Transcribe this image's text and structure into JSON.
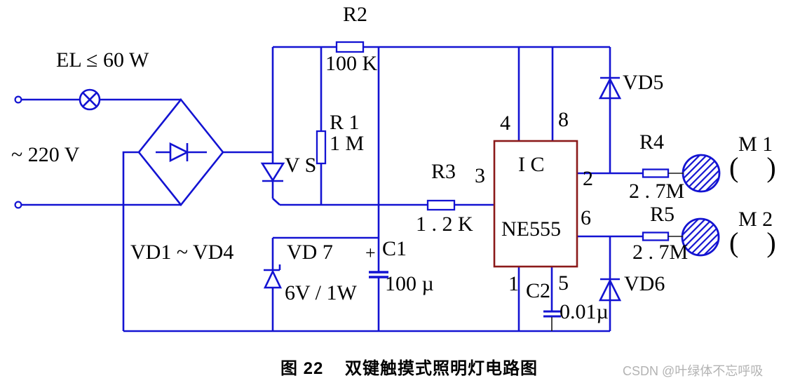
{
  "figure": {
    "caption": "图 22    双键触摸式照明灯电路图",
    "watermark": "CSDN @叶绿体不忘呼吸"
  },
  "colors": {
    "wire": "#1313d2",
    "ic_border": "#8b1a1a",
    "label": "#000000",
    "watermark": "#b3b3b3"
  },
  "components": {
    "lamp": {
      "label": "EL ≤ 60 W"
    },
    "mains": {
      "label": "~ 220 V"
    },
    "bridge": {
      "label": "VD1 ~ VD4"
    },
    "thyristor": {
      "label": "V S"
    },
    "r1": {
      "name": "R 1",
      "value": "1 M"
    },
    "r2": {
      "name": "R2",
      "value": "100 K"
    },
    "r3": {
      "name": "R3",
      "value": "1 . 2 K"
    },
    "r4": {
      "name": "R4",
      "value": "2 . 7M"
    },
    "r5": {
      "name": "R5",
      "value": "2 . 7M"
    },
    "zener_vd7": {
      "name": "VD 7",
      "value": "6V / 1W"
    },
    "c1": {
      "plus": "+",
      "name": "C1",
      "value": "100 µ"
    },
    "c2": {
      "name": "C2",
      "value": "0.01µ"
    },
    "vd5": {
      "name": "VD5"
    },
    "vd6": {
      "name": "VD6"
    },
    "ic": {
      "name": "I C",
      "part": "NE555",
      "pins": {
        "p1": "1",
        "p2": "2",
        "p3": "3",
        "p4": "4",
        "p5": "5",
        "p6": "6",
        "p8": "8"
      }
    },
    "m1": {
      "name": "M 1",
      "paren": "(    )"
    },
    "m2": {
      "name": "M 2",
      "paren": "(    )"
    }
  }
}
